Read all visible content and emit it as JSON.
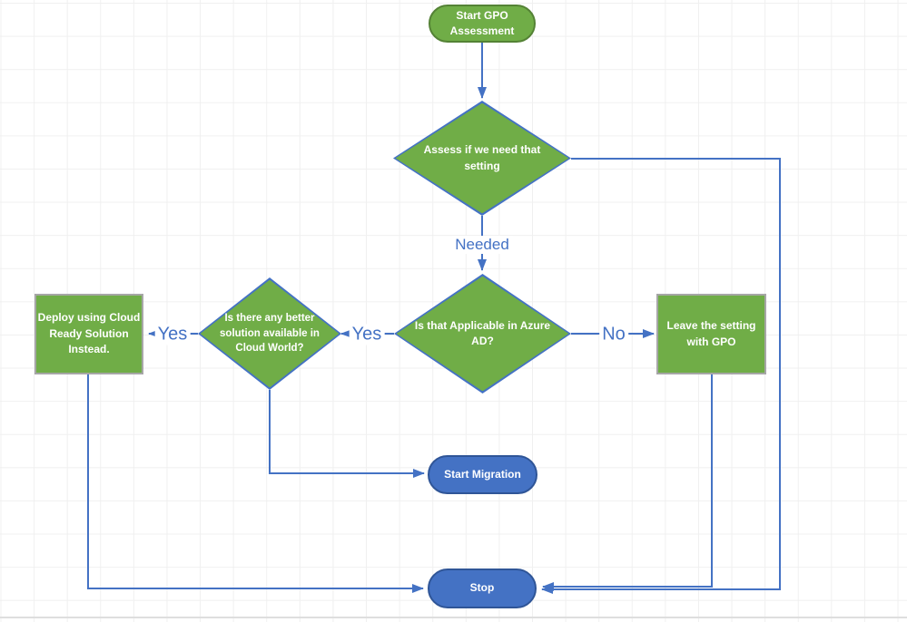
{
  "diagram": {
    "nodes": {
      "start": {
        "type": "terminator",
        "label": "Start GPO\nAssessment"
      },
      "assess": {
        "type": "decision",
        "label": "Assess if we need that\nsetting"
      },
      "applicable": {
        "type": "decision",
        "label": "Is that Applicable in Azure\nAD?"
      },
      "better": {
        "type": "decision",
        "label": "Is there any better\nsolution available in\nCloud World?"
      },
      "deploy": {
        "type": "process",
        "label": "Deploy using Cloud\nReady Solution\nInstead."
      },
      "leave": {
        "type": "process",
        "label": "Leave the setting\nwith GPO"
      },
      "migration": {
        "type": "terminator",
        "label": "Start Migration"
      },
      "stop": {
        "type": "terminator",
        "label": "Stop"
      }
    },
    "edge_labels": {
      "needed": "Needed",
      "yes_azure": "Yes",
      "yes_cloud": "Yes",
      "no": "No"
    },
    "colors": {
      "shape_green_fill": "#70AD47",
      "stadium_green_border": "#548235",
      "diamond_border": "#4472C4",
      "process_border": "#A6A6A6",
      "shape_blue_fill": "#4472C4",
      "stadium_blue_border": "#2F5597",
      "connector": "#4472C4",
      "edge_label_text": "#4472C4",
      "grid_line": "#F0F0F0",
      "shape_text": "#FFFFFF"
    }
  }
}
